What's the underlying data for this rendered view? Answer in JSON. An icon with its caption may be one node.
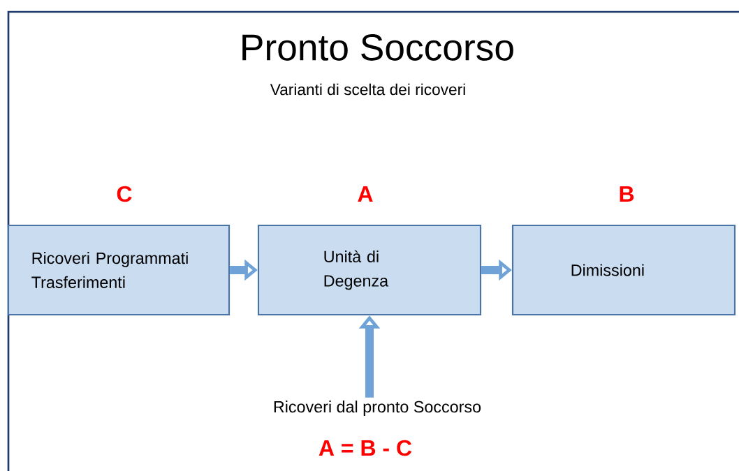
{
  "diagram": {
    "title": "Pronto Soccorso",
    "nodes": [
      {
        "text": [
          "C",
          "Ricoveri Programmati Trasferimenti"
        ]
      },
      {
        "text": [
          "A",
          "Unità di Degenza"
        ]
      },
      {
        "text": [
          "B",
          "Dimissioni"
        ]
      },
      {
        "text": [
          "Ricoveri dal pronto Soccorso"
        ]
      }
    ],
    "edges": [
      {
        "from": 0,
        "to": 1,
        "arrow": "to"
      },
      {
        "from": 1,
        "to": 2,
        "arrow": "to"
      },
      {
        "from": 3,
        "to": 1,
        "arrow": "to"
      }
    ],
    "labels": [
      "Varianti di scelta dei ricoveri",
      "A = B - C"
    ]
  }
}
